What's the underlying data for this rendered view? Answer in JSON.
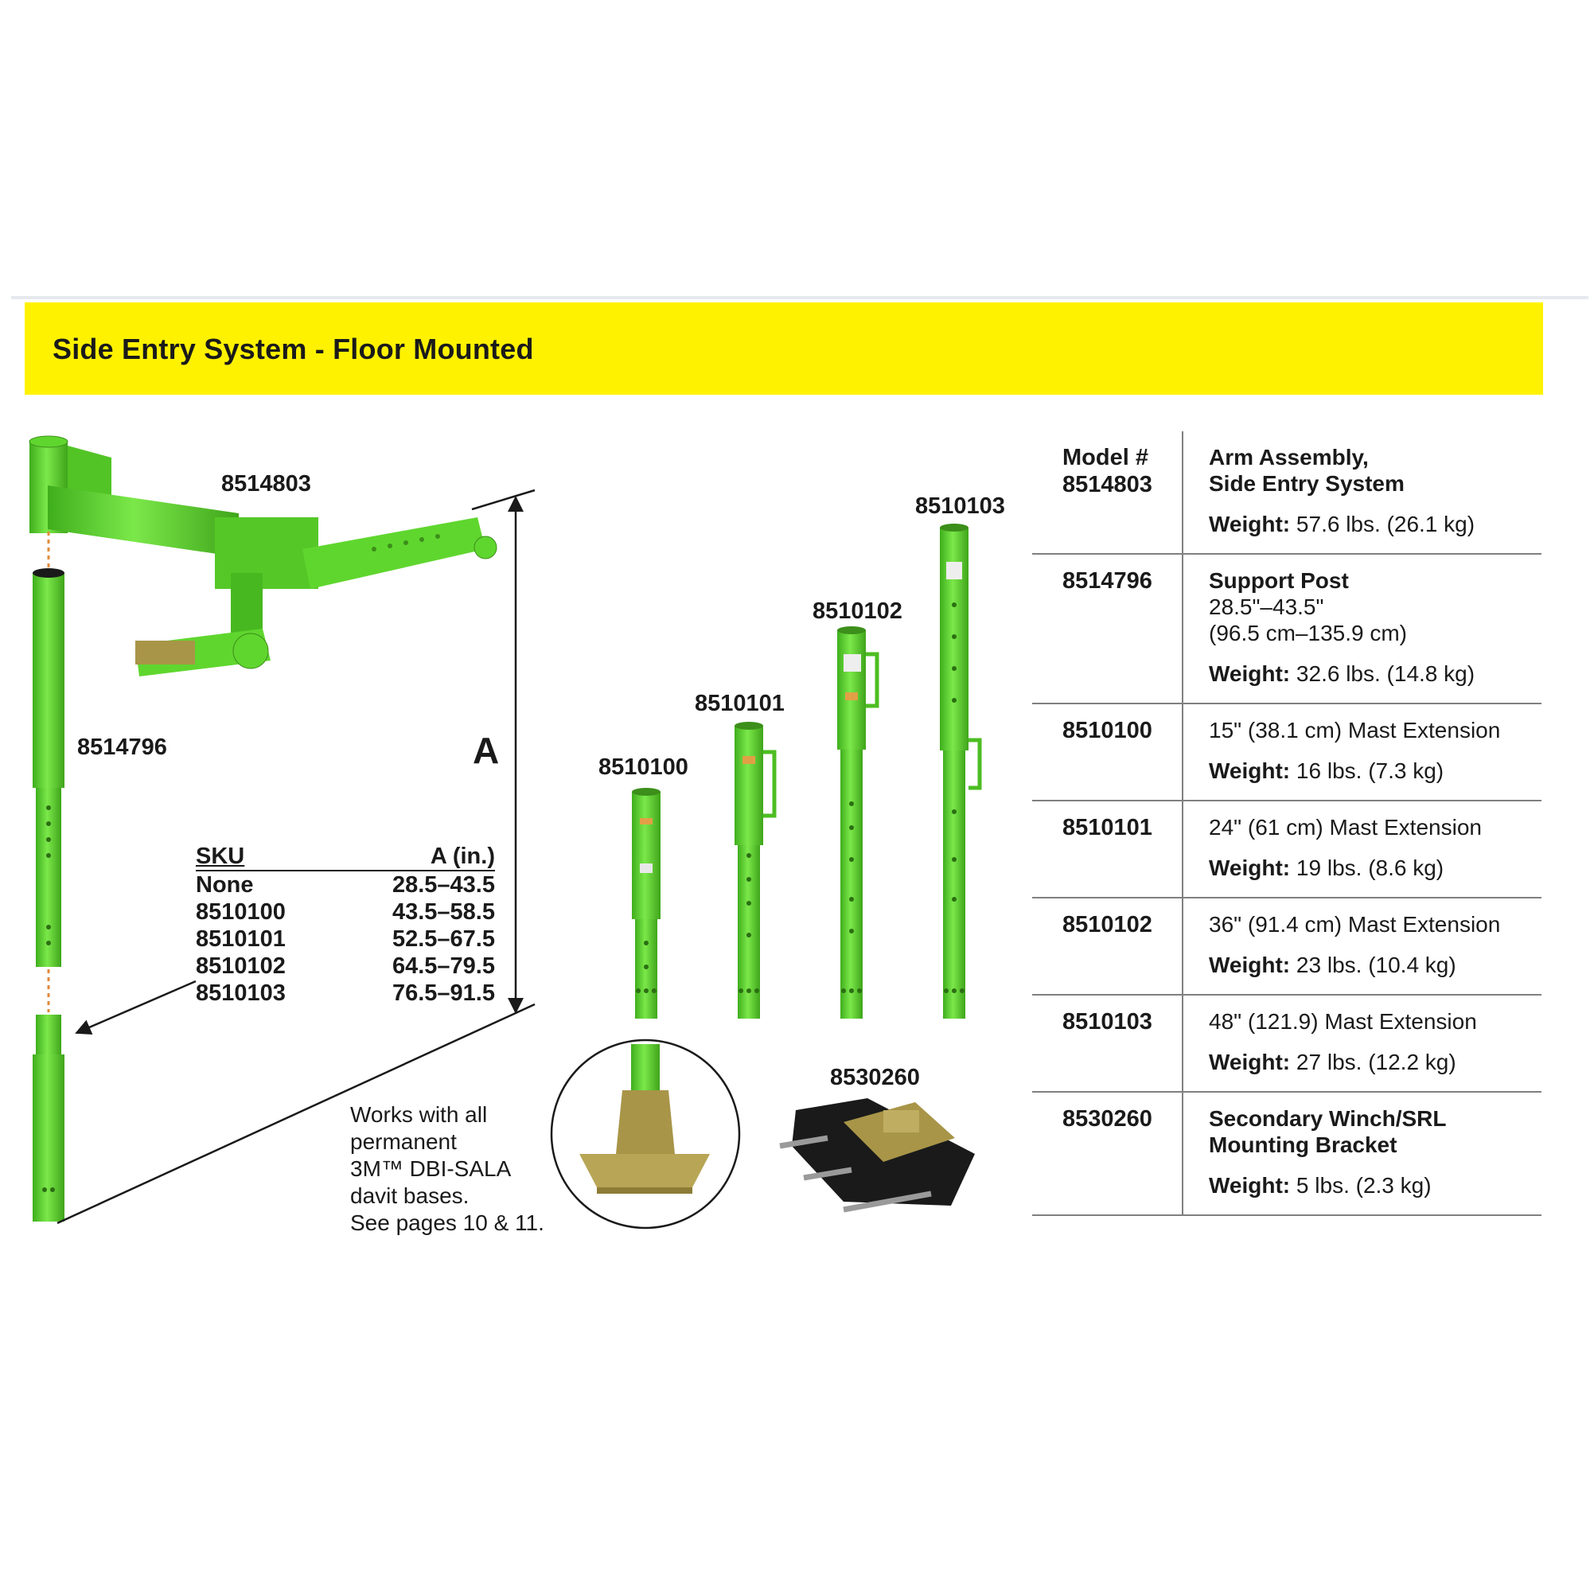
{
  "title": "Side Entry System - Floor Mounted",
  "figure": {
    "labels": {
      "arm": "8514803",
      "post": "8514796",
      "ext100": "8510100",
      "ext101": "8510101",
      "ext102": "8510102",
      "ext103": "8510103",
      "bracket": "8530260",
      "dimension": "A"
    },
    "sku_table": {
      "col1": "SKU",
      "col2": "A (in.)",
      "rows": [
        {
          "sku": "None",
          "a": "28.5–43.5"
        },
        {
          "sku": "8510100",
          "a": "43.5–58.5"
        },
        {
          "sku": "8510101",
          "a": "52.5–67.5"
        },
        {
          "sku": "8510102",
          "a": "64.5–79.5"
        },
        {
          "sku": "8510103",
          "a": "76.5–91.5"
        }
      ]
    },
    "note_lines": [
      "Works with all",
      "permanent",
      "3M™ DBI-SALA",
      "davit bases.",
      "See pages 10 & 11."
    ],
    "colors": {
      "banner": "#fff200",
      "product_green": "#5fd62e",
      "base_gold": "#a89548",
      "bracket_black": "#1a1a1a"
    }
  },
  "specs": [
    {
      "model": [
        "Model #",
        "8514803"
      ],
      "bold": [
        "Arm Assembly,",
        "Side Entry System"
      ],
      "lines": [],
      "weight_label": "Weight:",
      "weight": " 57.6 lbs. (26.1 kg)"
    },
    {
      "model": [
        "8514796"
      ],
      "bold": [
        "Support Post"
      ],
      "lines": [
        "28.5\"–43.5\"",
        "(96.5 cm–135.9 cm)"
      ],
      "weight_label": "Weight:",
      "weight": " 32.6 lbs. (14.8 kg)"
    },
    {
      "model": [
        "8510100"
      ],
      "bold": [],
      "lines": [
        "15\" (38.1 cm) Mast Extension"
      ],
      "weight_label": "Weight:",
      "weight": " 16 lbs. (7.3 kg)"
    },
    {
      "model": [
        "8510101"
      ],
      "bold": [],
      "lines": [
        "24\" (61 cm) Mast Extension"
      ],
      "weight_label": "Weight:",
      "weight": " 19 lbs. (8.6 kg)"
    },
    {
      "model": [
        "8510102"
      ],
      "bold": [],
      "lines": [
        "36\" (91.4 cm) Mast Extension"
      ],
      "weight_label": "Weight:",
      "weight": " 23 lbs. (10.4 kg)"
    },
    {
      "model": [
        "8510103"
      ],
      "bold": [],
      "lines": [
        "48\" (121.9) Mast Extension"
      ],
      "weight_label": "Weight:",
      "weight": " 27 lbs. (12.2 kg)"
    },
    {
      "model": [
        "8530260"
      ],
      "bold": [
        "Secondary Winch/SRL",
        "Mounting Bracket"
      ],
      "lines": [],
      "weight_label": "Weight:",
      "weight": " 5 lbs. (2.3 kg)"
    }
  ]
}
